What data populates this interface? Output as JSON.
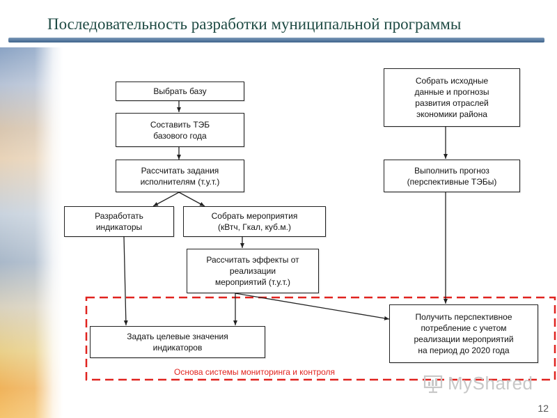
{
  "title": "Последовательность разработки муниципальной программы",
  "boxes": {
    "choose_base": "Выбрать базу",
    "compose_teb": "Составить ТЭБ\nбазового года",
    "calc_tasks": "Рассчитать задания\nисполнителям (т.у.т.)",
    "develop_indicators": "Разработать\nиндикаторы",
    "collect_measures": "Собрать мероприятия\n(кВтч, Гкал, куб.м.)",
    "calc_effects": "Рассчитать эффекты от\nреализации\nмероприятий (т.у.т.)",
    "set_targets": "Задать целевые значения\nиндикаторов",
    "collect_data": "Собрать исходные\nданные и прогнозы\nразвития отраслей\nэкономики района",
    "forecast": "Выполнить прогноз\n(перспективные ТЭБы)",
    "future_consumption": "Получить перспективное\nпотребление с учетом\nреализации мероприятий\nна период до 2020 года"
  },
  "monitoring_label": "Основа системы мониторинга и контроля",
  "watermark": "MyShared",
  "page_number": "12",
  "colors": {
    "title": "#1e4a43",
    "dashed_frame": "#e0231f",
    "title_rule": "#4f739a"
  }
}
